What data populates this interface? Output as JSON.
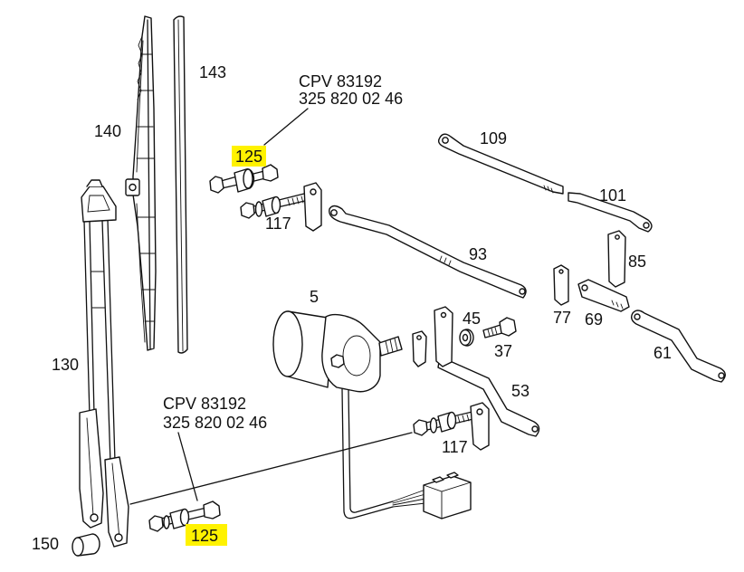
{
  "diagram": {
    "callout_top": {
      "code": "CPV 83192",
      "part_number": "325 820 02 46"
    },
    "callout_bottom": {
      "code": "CPV 83192",
      "part_number": "325 820 02 46"
    },
    "labels": {
      "p143": "143",
      "p140": "140",
      "p125_top": "125",
      "p109": "109",
      "p101": "101",
      "p117_top": "117",
      "p93": "93",
      "p85": "85",
      "p5": "5",
      "p45": "45",
      "p37": "37",
      "p77": "77",
      "p69": "69",
      "p61": "61",
      "p130": "130",
      "p53": "53",
      "p117_bottom": "117",
      "p125_bottom": "125",
      "p150": "150"
    }
  },
  "colors": {
    "highlight": "#fff200",
    "ink": "#111111",
    "background": "#ffffff"
  }
}
